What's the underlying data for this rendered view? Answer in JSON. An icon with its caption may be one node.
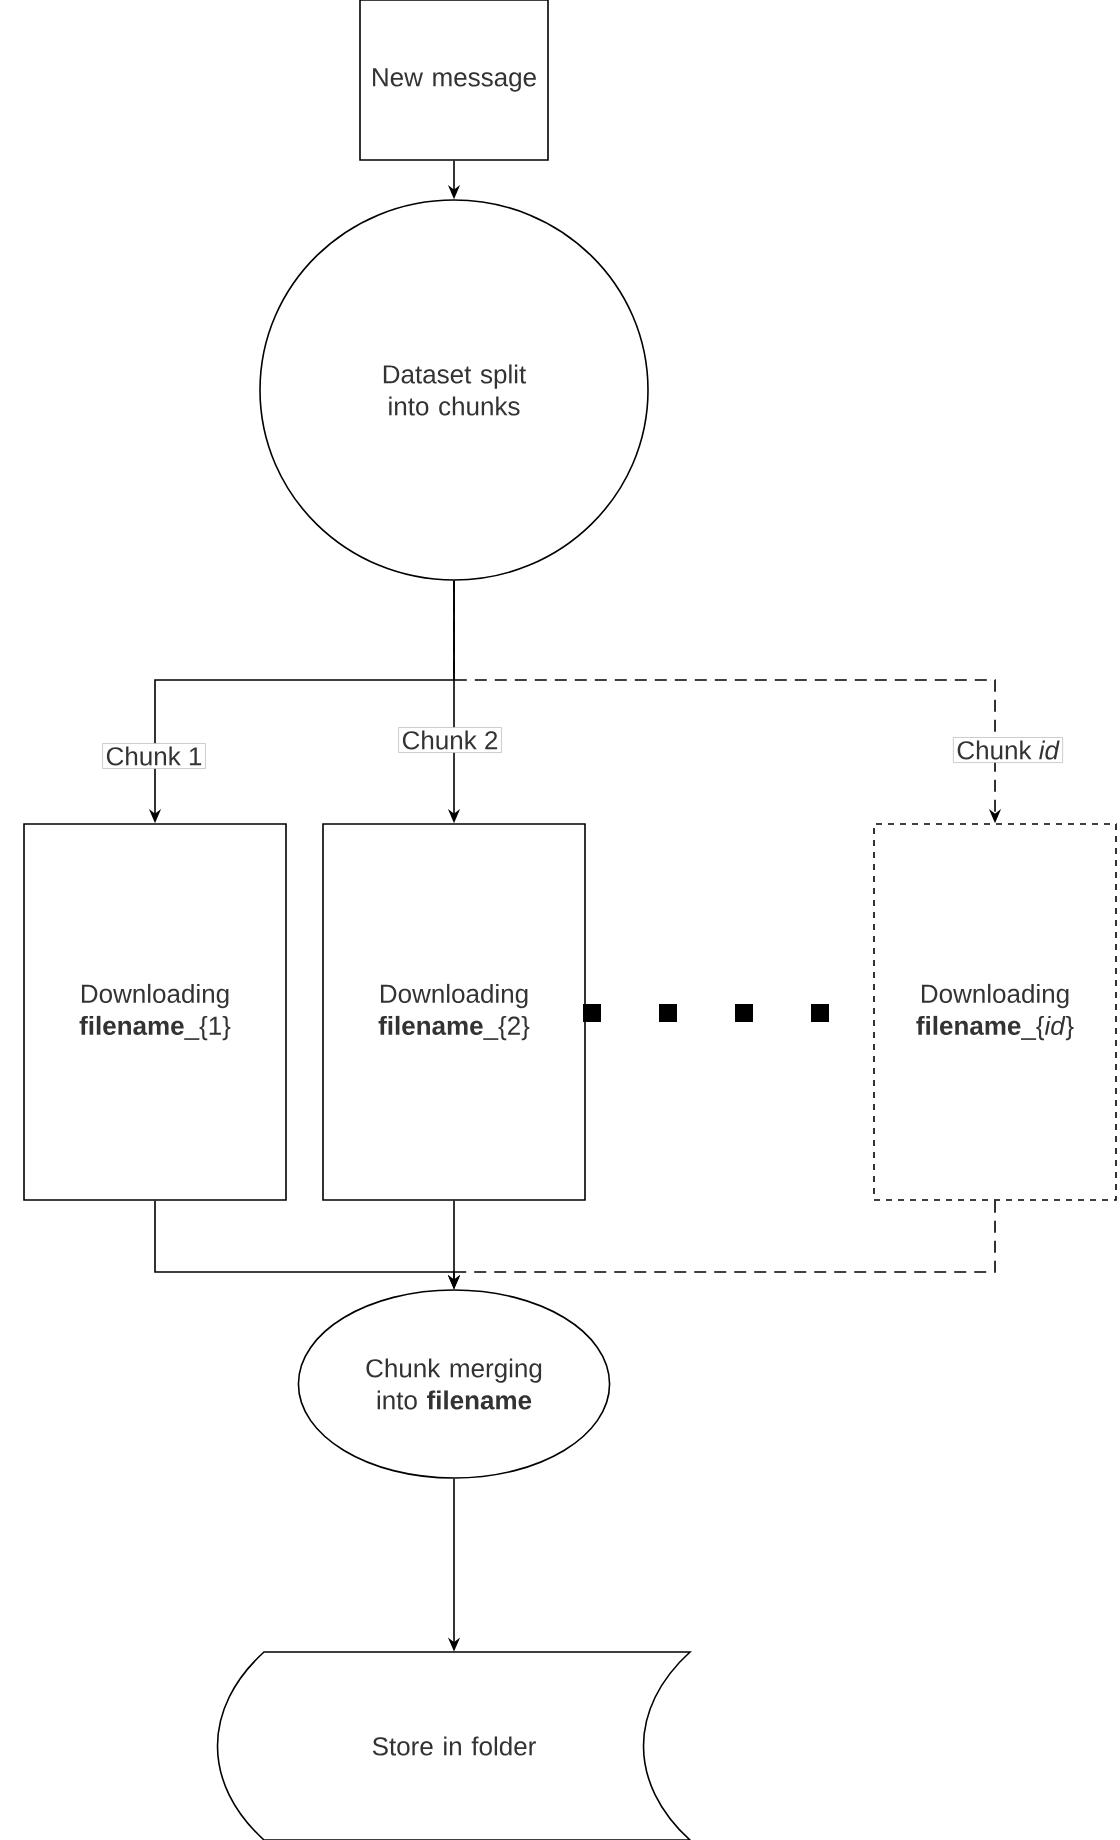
{
  "diagram": {
    "nodes": [
      {
        "text": [
          "New message"
        ]
      },
      {
        "text": [
          "Dataset split into chunks"
        ]
      },
      {
        "text": [
          "Downloading **filename**_{1}"
        ]
      },
      {
        "text": [
          "Downloading **filename**_{2}"
        ]
      },
      {
        "text": [
          "Downloading **filename**_{*id*}"
        ]
      },
      {
        "text": [
          "Chunk merging into **filename**"
        ]
      },
      {
        "text": [
          "Store in folder"
        ]
      }
    ],
    "edges": [
      {
        "from": 0,
        "to": 1,
        "arrow": "to"
      },
      {
        "from": 1,
        "to": 2,
        "arrow": "to",
        "label": "Chunk 1"
      },
      {
        "from": 1,
        "to": 3,
        "arrow": "to",
        "label": "Chunk 2"
      },
      {
        "from": 1,
        "to": 4,
        "arrow": "to",
        "label": "Chunk *id*",
        "style": "dashed"
      },
      {
        "from": 2,
        "to": 5,
        "arrow": "to"
      },
      {
        "from": 3,
        "to": 5,
        "arrow": "to"
      },
      {
        "from": 4,
        "to": 5,
        "arrow": "to",
        "style": "dashed"
      },
      {
        "from": 5,
        "to": 6,
        "arrow": "to"
      }
    ]
  }
}
